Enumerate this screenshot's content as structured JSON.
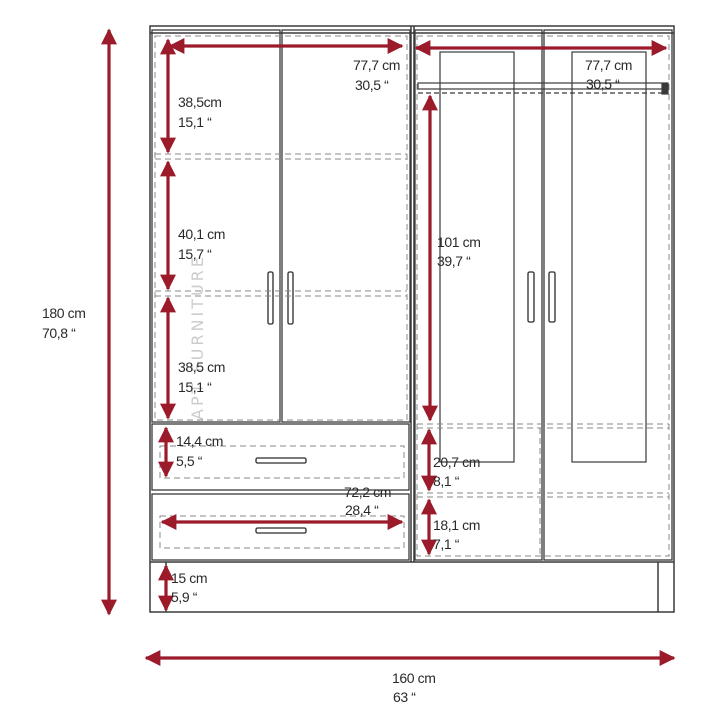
{
  "colors": {
    "arrow": "#9b1b2a",
    "outline": "#3a3a3a",
    "dashed": "#8a8a8a",
    "text": "#2a2a2a"
  },
  "dimensions": {
    "overall_height": {
      "cm": "180 cm",
      "in": "70,8 “"
    },
    "overall_width": {
      "cm": "160 cm",
      "in": "63 “"
    },
    "left_shelf_width": {
      "cm": "77,7 cm",
      "in": "30,5 “"
    },
    "right_shelf_width": {
      "cm": "77,7 cm",
      "in": "30,5 “"
    },
    "top_shelf": {
      "cm": "38,5cm",
      "in": "15,1 “"
    },
    "middle_shelf": {
      "cm": "40,1 cm",
      "in": "15,7 “"
    },
    "lower_shelf": {
      "cm": "38,5 cm",
      "in": "15,1 “"
    },
    "hanging_height": {
      "cm": "101 cm",
      "in": "39,7 “"
    },
    "drawer_height": {
      "cm": "14,4 cm",
      "in": "5,5 “"
    },
    "drawer_width": {
      "cm": "72,2 cm",
      "in": "28,4 “"
    },
    "right_upper_compartment": {
      "cm": "20,7 cm",
      "in": "8,1 “"
    },
    "right_lower_compartment": {
      "cm": "18,1 cm",
      "in": "7,1 “"
    },
    "base": {
      "cm": "15 cm",
      "in": "5,9 “"
    }
  },
  "watermark": "APT FURNITURE"
}
